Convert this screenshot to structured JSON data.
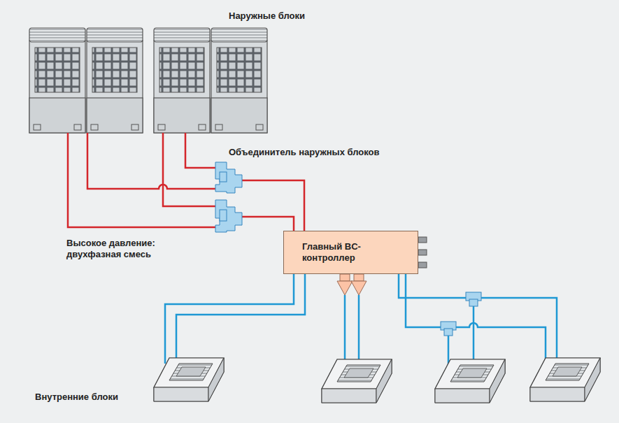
{
  "diagram": {
    "nodes": [
      {
        "text": [
          "Главный BC-контроллер"
        ]
      }
    ],
    "labels": [
      "Наружные блоки",
      "Объединитель наружных блоков",
      "Высокое давление: двухфазная смесь",
      "Внутренние блоки"
    ]
  }
}
